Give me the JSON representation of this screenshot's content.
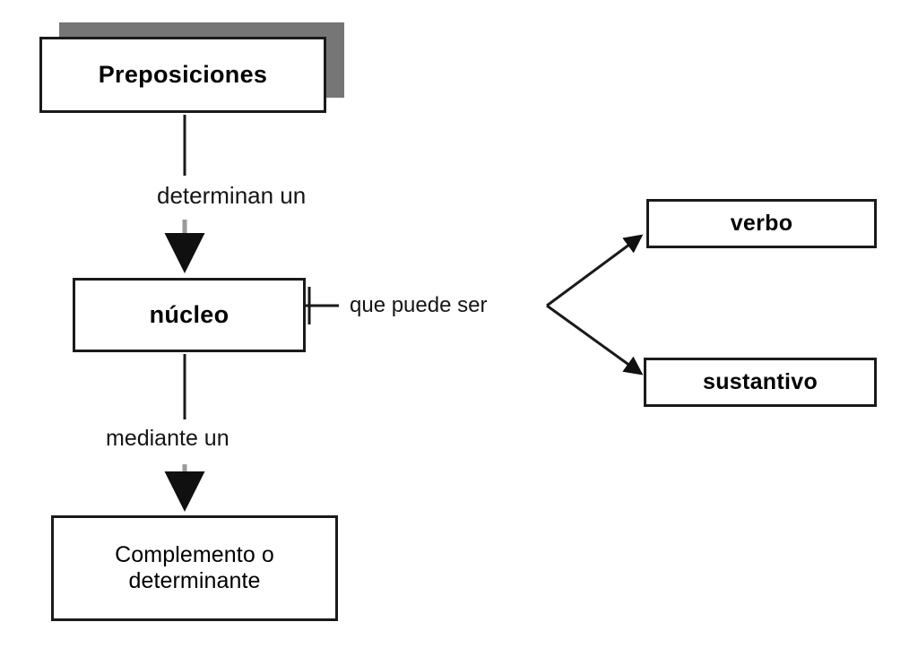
{
  "diagram": {
    "title_node": "Preposiciones",
    "background_color": "#ffffff",
    "line_color": "#1a1a1a",
    "arrow_gray": "#9a9a9a",
    "shadow_color": "#767676",
    "nodes": {
      "preposiciones": {
        "label": "Preposiciones"
      },
      "nucleo": {
        "label": "núcleo"
      },
      "complemento": {
        "line1": "Complemento o",
        "line2": "determinante"
      },
      "verbo": {
        "label": "verbo"
      },
      "sustantivo": {
        "label": "sustantivo"
      }
    },
    "edge_labels": {
      "determinan_un": "determinan un",
      "que_puede_ser": "que puede ser",
      "mediante_un": "mediante un"
    }
  }
}
